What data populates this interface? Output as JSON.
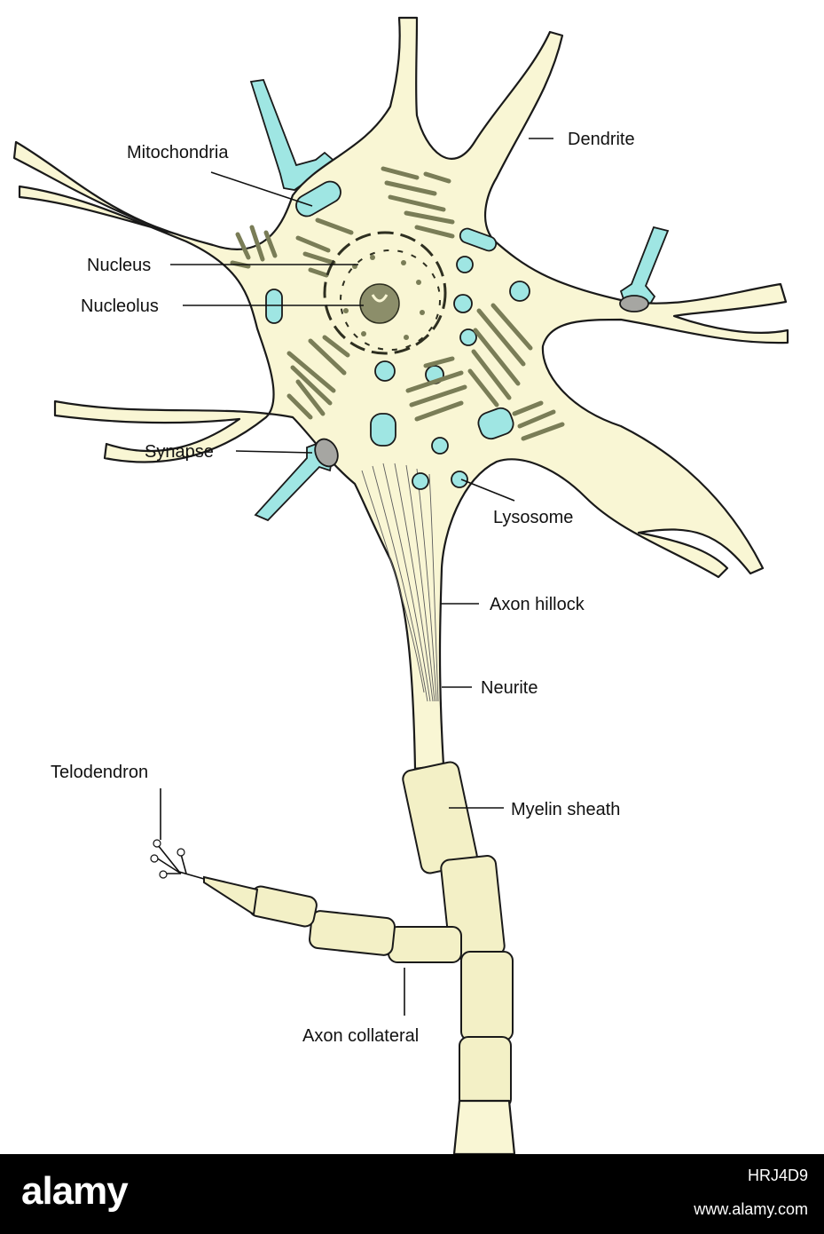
{
  "diagram": {
    "labels": {
      "mitochondria": "Mitochondria",
      "dendrite": "Dendrite",
      "nucleus": "Nucleus",
      "nucleolus": "Nucleolus",
      "synapse": "Synapse",
      "lysosome": "Lysosome",
      "axon_hillock": "Axon hillock",
      "neurite": "Neurite",
      "telodendron": "Telodendron",
      "myelin_sheath": "Myelin sheath",
      "axon_collateral": "Axon collateral"
    },
    "colors": {
      "cytoplasm": "#f9f6d4",
      "myelin": "#f3f0c6",
      "synaptic_terminal": "#9fe6e3",
      "organelle": "#7a7d57",
      "synaptic_knob": "#a6a6a2"
    }
  },
  "watermark_bar": {
    "brand": "alamy",
    "image_id": "HRJ4D9",
    "url": "www.alamy.com"
  }
}
